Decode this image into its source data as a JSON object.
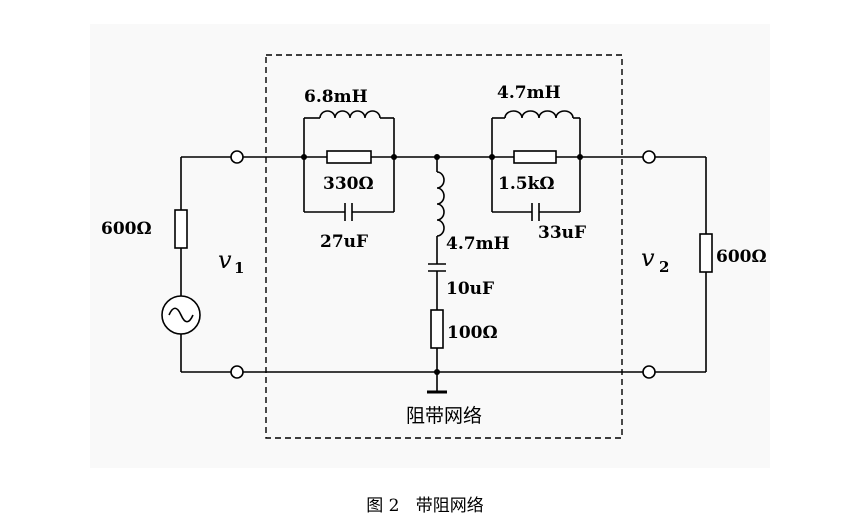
{
  "labels": {
    "L1": "6.8mH",
    "R1": "330Ω",
    "C1": "27uF",
    "L2": "4.7mH",
    "R2": "1.5kΩ",
    "C2": "33uF",
    "Lshunt": "4.7mH",
    "Cshunt": "10uF",
    "Rshunt": "100Ω",
    "Rsource": "600Ω",
    "Rload": "600Ω",
    "v1_letter": "v",
    "v1_sub": "1",
    "v2_letter": "v",
    "v2_sub": "2",
    "box_title": "阻带网络"
  },
  "caption": "图 2   带阻网络"
}
